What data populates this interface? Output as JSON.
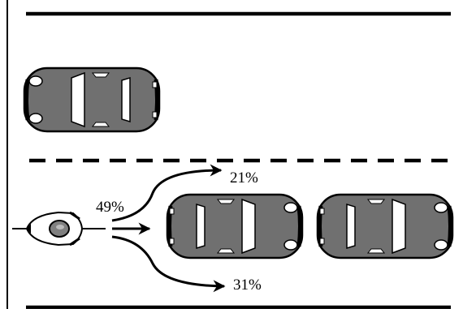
{
  "labels": {
    "straight": "49%",
    "left": "21%",
    "right": "31%"
  },
  "colors": {
    "car_body": "#707070",
    "ink": "#000000",
    "glass": "#ffffff",
    "background": "#ffffff"
  }
}
